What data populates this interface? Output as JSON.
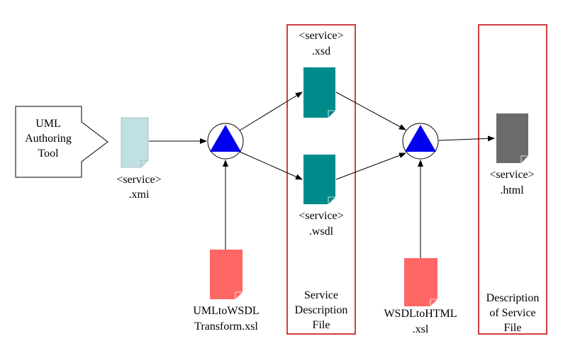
{
  "authoring_tool": {
    "line1": "UML",
    "line2": "Authoring",
    "line3": "Tool"
  },
  "xmi_file": {
    "line1": "<service>",
    "line2": ".xmi"
  },
  "xsd_file": {
    "line1": "<service>",
    "line2": ".xsd"
  },
  "wsdl_file": {
    "line1": "<service>",
    "line2": ".wsdl"
  },
  "html_file": {
    "line1": "<service>",
    "line2": ".html"
  },
  "uml_to_wsdl": {
    "line1": "UMLtoWSDL",
    "line2": "Transform.xsl"
  },
  "wsdl_to_html": {
    "line1": "WSDLtoHTML",
    "line2": ".xsl"
  },
  "service_description_box": {
    "line1": "Service",
    "line2": "Description",
    "line3": "File"
  },
  "description_of_service_box": {
    "line1": "Description",
    "line2": "of Service",
    "line3": "File"
  },
  "colors": {
    "xmi_doc": "#bfe0e4",
    "schema_doc": "#008b8b",
    "html_doc": "#6b6b6b",
    "xsl_doc": "#ff6666",
    "processor_triangle": "#0000ee",
    "group_border": "#c00000"
  }
}
